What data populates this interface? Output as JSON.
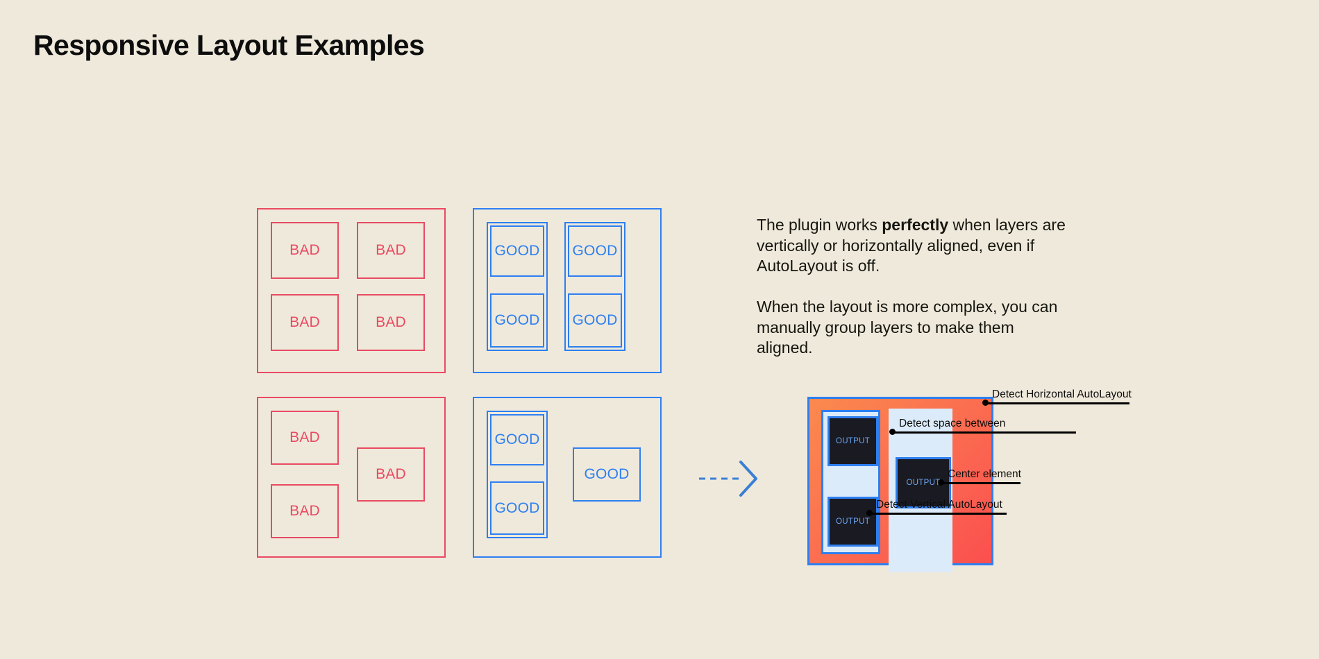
{
  "page": {
    "title": "Responsive Layout Examples",
    "background_color": "#efe9dc",
    "bad_color": "#e94a61",
    "good_color": "#2d7ff0"
  },
  "examples": {
    "bad_label": "BAD",
    "good_label": "GOOD",
    "panels": [
      {
        "name": "bad-grid-2x2",
        "kind": "bad",
        "cells": [
          "BAD",
          "BAD",
          "BAD",
          "BAD"
        ]
      },
      {
        "name": "good-grid-2x2-grouped",
        "kind": "good",
        "cells": [
          "GOOD",
          "GOOD",
          "GOOD",
          "GOOD"
        ]
      },
      {
        "name": "bad-complex",
        "kind": "bad",
        "cells": [
          "BAD",
          "BAD",
          "BAD"
        ]
      },
      {
        "name": "good-complex-grouped",
        "kind": "good",
        "cells": [
          "GOOD",
          "GOOD",
          "GOOD"
        ]
      }
    ]
  },
  "copy": {
    "paragraph_1_before": "The plugin works ",
    "paragraph_1_bold": "perfectly",
    "paragraph_1_after": " when layers are vertically or horizontally aligned, even if AutoLayout is off.",
    "paragraph_2": "When the layout is more complex, you can manually group layers to make them aligned."
  },
  "arrow": {
    "icon": "dashed-arrow-right-icon",
    "color": "#3a7fd5"
  },
  "diagram": {
    "output_label": "OUTPUT",
    "outputs": [
      "OUTPUT",
      "OUTPUT",
      "OUTPUT"
    ],
    "frame_color": "#2d7ff0",
    "fill_color": "#fb7250",
    "panel_color": "#dcebfa",
    "output_bg": "#1a1a22",
    "annotations": [
      {
        "label": "Detect Horizontal AutoLayout",
        "line_length": 208
      },
      {
        "label": "Detect space between",
        "line_length": 265
      },
      {
        "label": "Center element",
        "line_length": 115
      },
      {
        "label": "Detect Vertical AutoLayout",
        "line_length": 198
      }
    ]
  }
}
